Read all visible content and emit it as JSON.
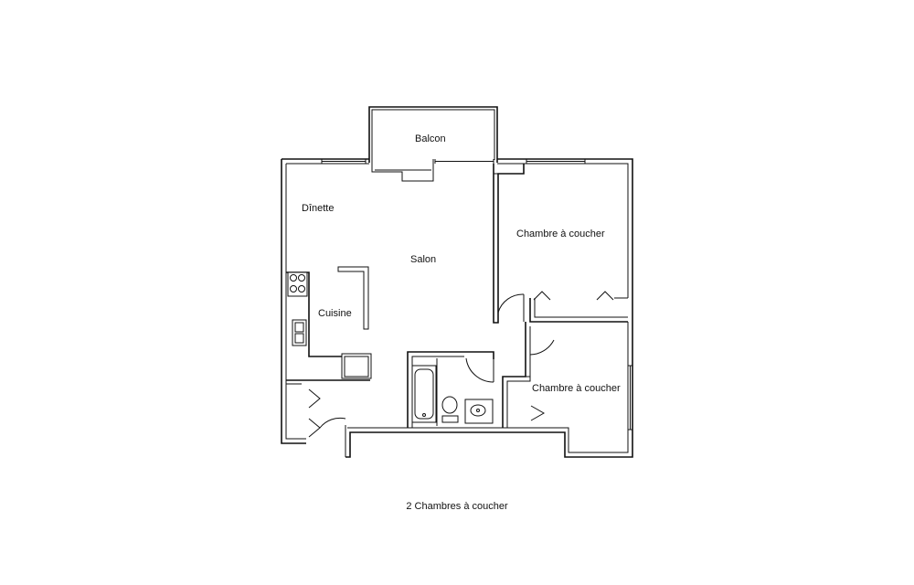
{
  "rooms": {
    "balcony": "Balcon",
    "dining": "Dînette",
    "living": "Salon",
    "kitchen": "Cuisine",
    "bedroom_1": "Chambre à coucher",
    "bedroom_2": "Chambre à coucher"
  },
  "caption": "2 Chambres à coucher",
  "colors": {
    "line": "#111111",
    "background": "#ffffff"
  }
}
